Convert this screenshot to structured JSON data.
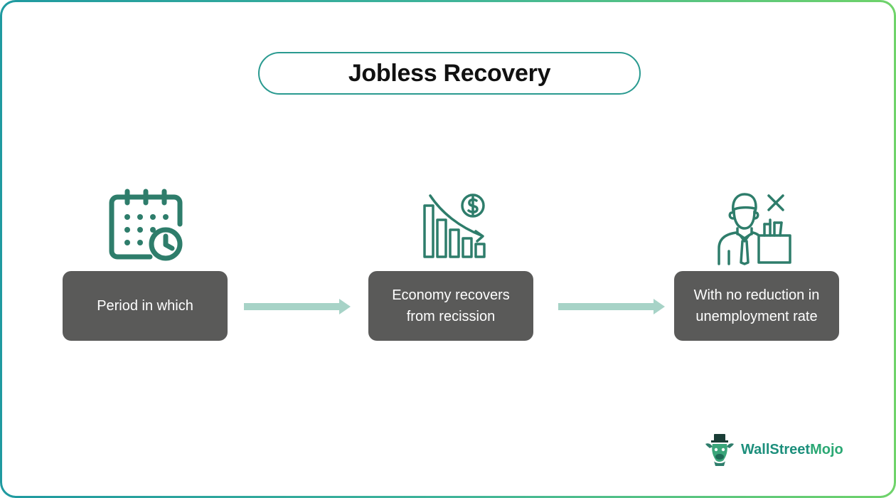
{
  "title": "Jobless Recovery",
  "steps": [
    {
      "text": "Period in which",
      "icon": "calendar-clock-icon"
    },
    {
      "text": "Economy recovers from recission",
      "icon": "declining-bar-chart-dollar-icon"
    },
    {
      "text": "With no reduction in unemployment rate",
      "icon": "unemployed-worker-box-icon"
    }
  ],
  "logo": {
    "part1": "WallStreet",
    "part2": "Mojo"
  },
  "colors": {
    "icon": "#2e7d6b",
    "box": "#5a5a59",
    "arrow": "#a7d3c7",
    "border_start": "#1f9aa0",
    "border_end": "#6fd36a"
  }
}
